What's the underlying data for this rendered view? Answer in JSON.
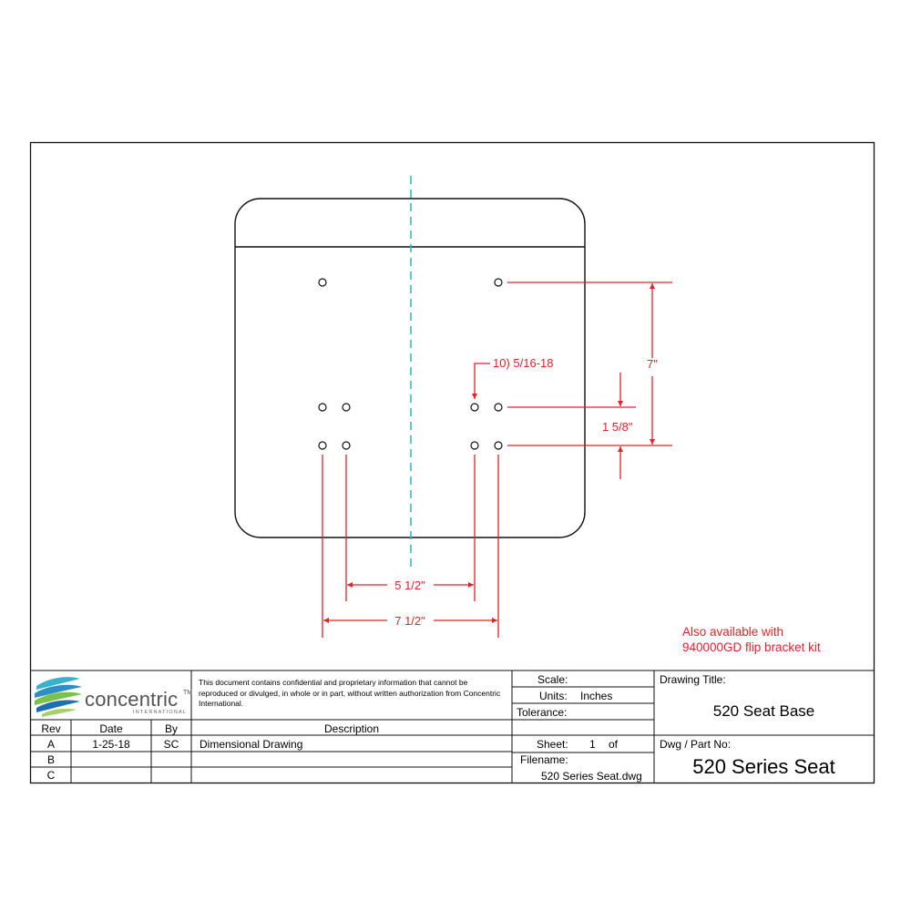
{
  "drawing": {
    "dimensions": {
      "seven": "7\"",
      "one_five_eighths": "1 5/8\"",
      "five_half": "5 1/2\"",
      "seven_half": "7 1/2\"",
      "hole_callout": "10) 5/16-18"
    },
    "note": {
      "line1": "Also available with",
      "line2": "940000GD flip bracket kit"
    },
    "colors": {
      "dimension": "#e0242b",
      "centerline": "#27b8c9",
      "outline": "#111111"
    }
  },
  "title_block": {
    "logo": {
      "word": "concentric",
      "tm": "TM",
      "sub": "INTERNATIONAL"
    },
    "disclaimer": "This document contains confidential and proprietary information that cannot be reproduced or divulged, in whole or in part, without written authorization from Concentric International.",
    "scale_label": "Scale:",
    "units_label": "Units:",
    "units_value": "Inches",
    "tolerance_label": "Tolerance:",
    "drawing_title_label": "Drawing Title:",
    "drawing_title": "520 Seat Base",
    "headers": {
      "rev": "Rev",
      "date": "Date",
      "by": "By",
      "description": "Description"
    },
    "revisions": [
      {
        "rev": "A",
        "date": "1-25-18",
        "by": "SC",
        "description": "Dimensional Drawing"
      },
      {
        "rev": "B",
        "date": "",
        "by": "",
        "description": ""
      },
      {
        "rev": "C",
        "date": "",
        "by": "",
        "description": ""
      }
    ],
    "sheet_label": "Sheet:",
    "sheet_number": "1",
    "sheet_of": "of",
    "filename_label": "Filename:",
    "filename": "520 Series Seat.dwg",
    "part_no_label": "Dwg / Part No:",
    "part_no": "520 Series Seat"
  }
}
